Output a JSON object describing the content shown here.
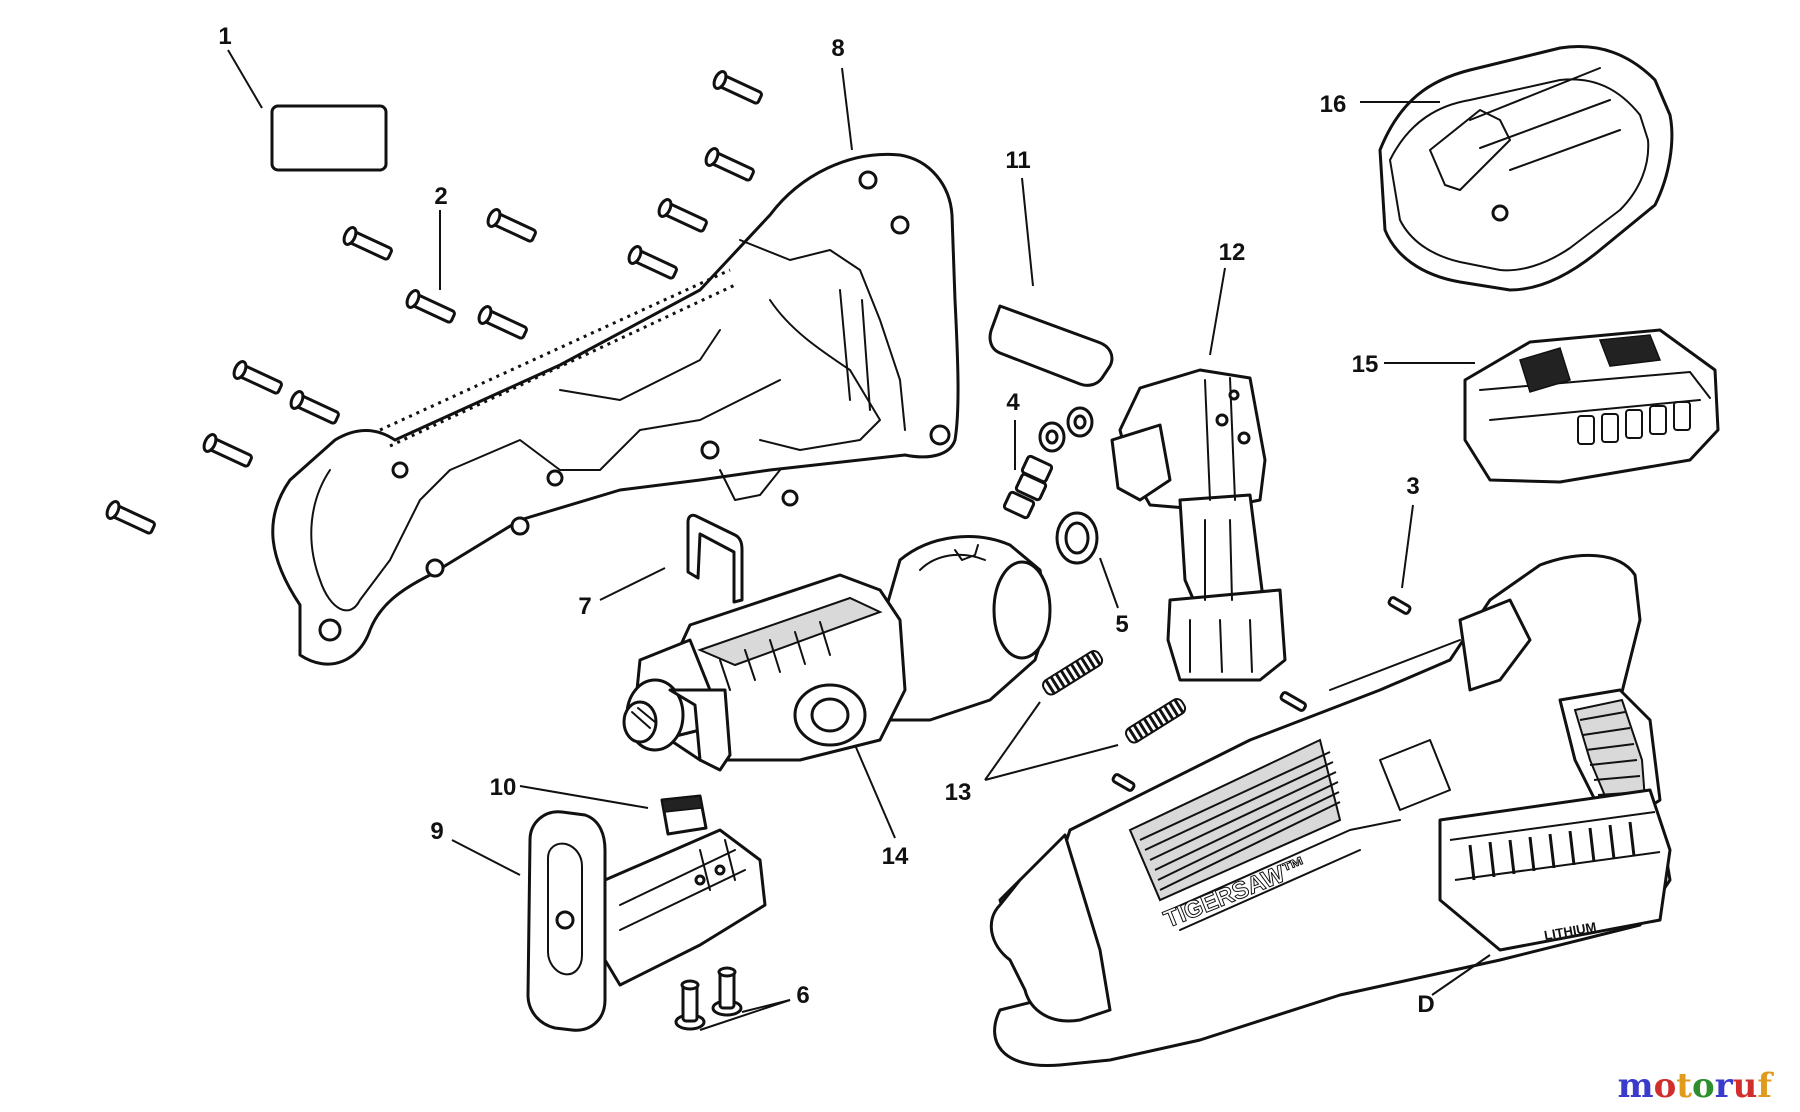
{
  "diagram": {
    "labels": {
      "p1": "1",
      "p2": "2",
      "p3": "3",
      "p4": "4",
      "p5": "5",
      "p6": "6",
      "p7": "7",
      "p8": "8",
      "p9": "9",
      "p10": "10",
      "p11": "11",
      "p12": "12",
      "p13": "13",
      "p14": "14",
      "p15": "15",
      "p16": "16",
      "pD": "D"
    },
    "tool_branding": {
      "model_name": "TIGERSAW™",
      "battery_label": "LITHIUM"
    }
  },
  "watermark": {
    "letters": [
      "m",
      "o",
      "t",
      "o",
      "r",
      "u",
      "f"
    ],
    "colors": [
      "#3a3acc",
      "#d12d2d",
      "#e09a1c",
      "#2f8f2f",
      "#3a3acc",
      "#d12d2d",
      "#e09a1c"
    ]
  }
}
